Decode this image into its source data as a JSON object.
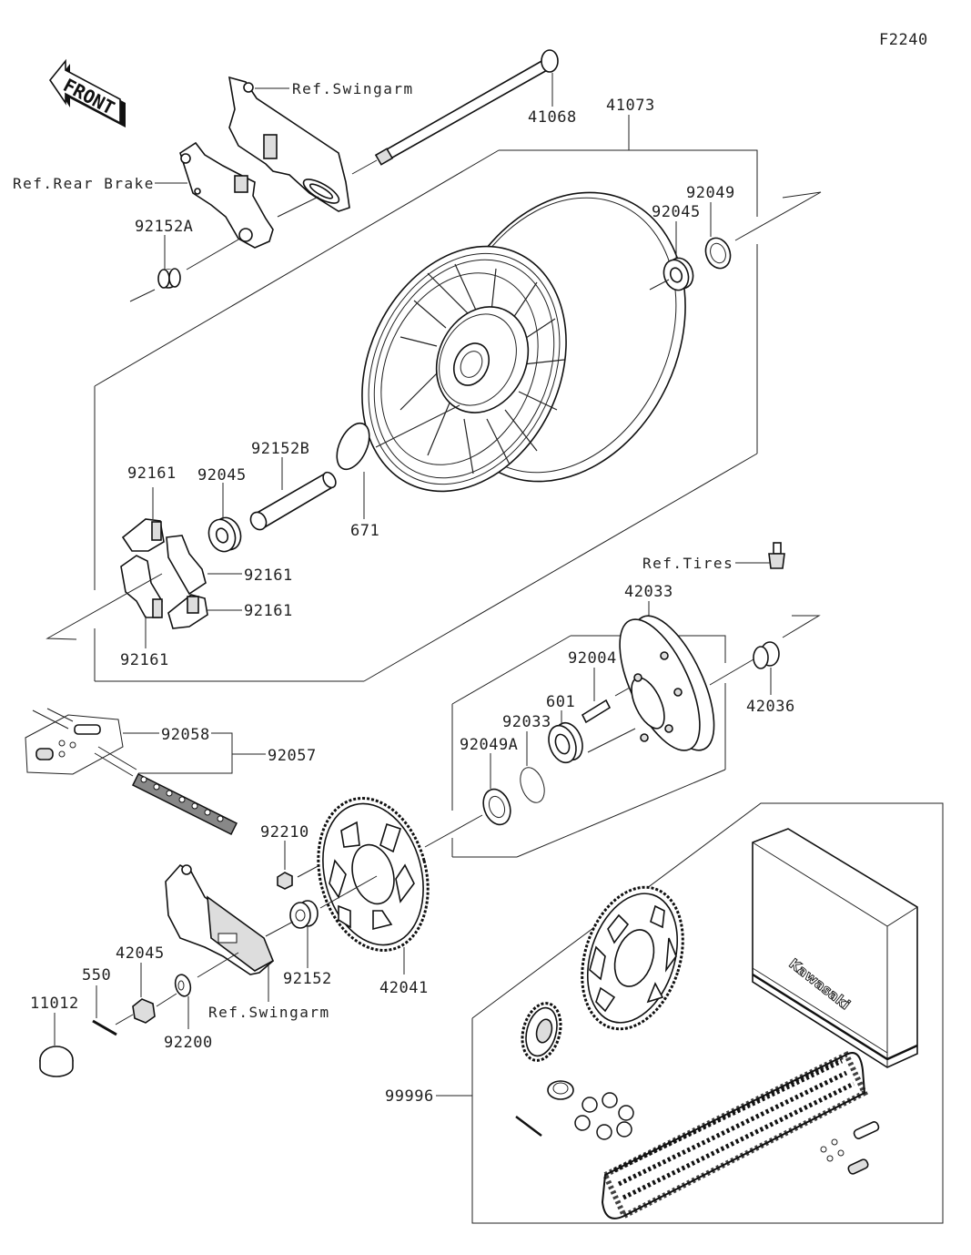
{
  "diagram": {
    "figure_code": "F2240",
    "front_indicator": "FRONT",
    "brand_label": "Kawasaki",
    "references": {
      "swingarm_top": "Ref.Swingarm",
      "rear_brake": "Ref.Rear Brake",
      "tires": "Ref.Tires",
      "swingarm_bottom": "Ref.Swingarm"
    },
    "parts": {
      "axle": "41068",
      "wheel_assembly": "41073",
      "bearing_right": "92045",
      "oil_seal_right": "92049",
      "collar_a": "92152A",
      "collar_b": "92152B",
      "o_ring": "671",
      "bearing_left": "92045",
      "damper_1": "92161",
      "damper_2": "92161",
      "damper_3": "92161",
      "damper_4": "92161",
      "sprocket_coupling": "42033",
      "stud": "92004",
      "bearing_coupling": "601",
      "circlip": "92033",
      "oil_seal_coupling": "92049A",
      "coupling_collar": "42036",
      "chain_joint": "92058",
      "chain": "92057",
      "nut": "92210",
      "sprocket": "42041",
      "collar": "92152",
      "axle_nut": "42045",
      "cotter_pin": "550",
      "cap": "11012",
      "washer": "92200",
      "chain_kit": "99996"
    }
  }
}
